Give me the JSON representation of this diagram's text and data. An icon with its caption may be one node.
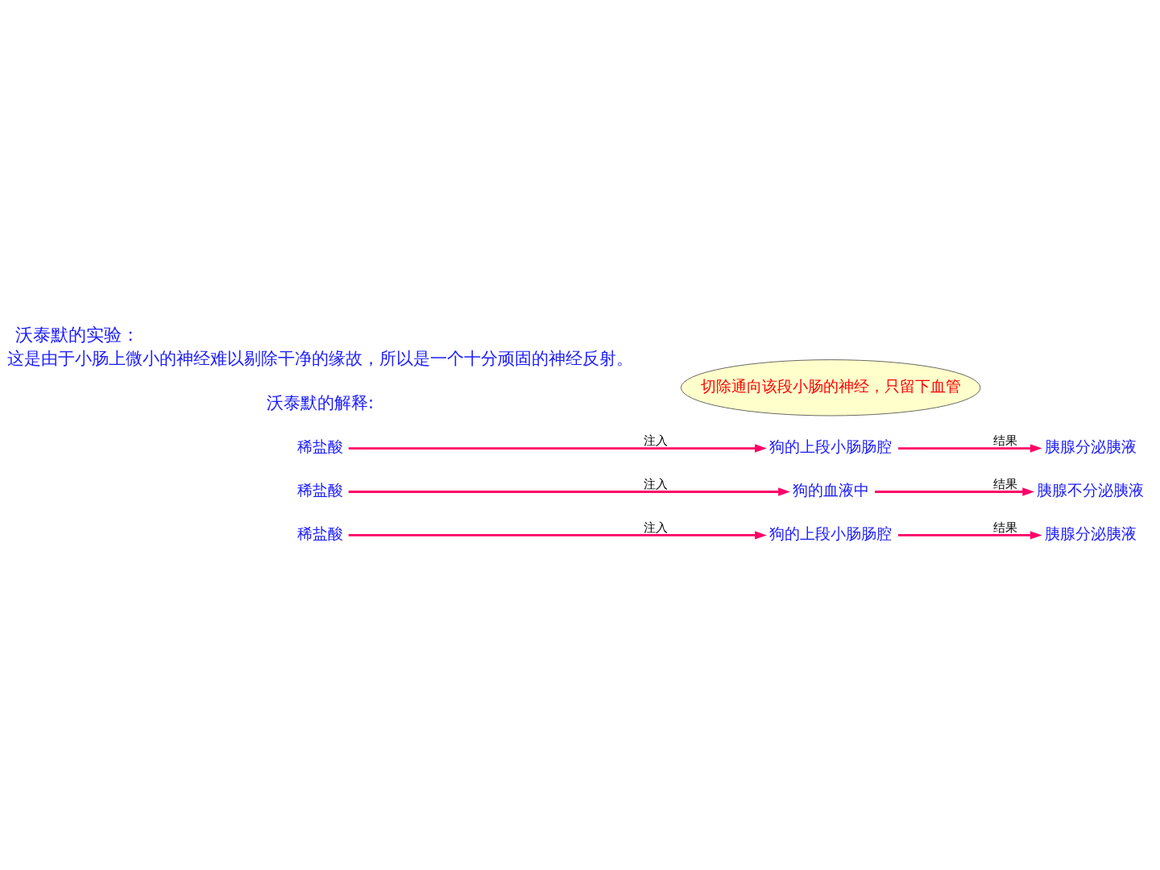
{
  "diagram": {
    "title": "沃泰默的实验：",
    "nodes": [
      {
        "text": [
          "稀盐酸"
        ]
      },
      {
        "text": [
          "狗的上段小肠肠腔"
        ]
      },
      {
        "text": [
          "胰腺分泌胰液"
        ]
      },
      {
        "text": [
          "稀盐酸"
        ]
      },
      {
        "text": [
          "狗的血液中"
        ]
      },
      {
        "text": [
          "胰腺不分泌胰液"
        ]
      },
      {
        "text": [
          "稀盐酸"
        ]
      },
      {
        "text": [
          "狗的上段小肠肠腔"
        ]
      },
      {
        "text": [
          "胰腺分泌胰液"
        ]
      },
      {
        "text": [
          "切除通向该段小肠的神经，只留下血管"
        ]
      }
    ],
    "edges": [
      {
        "from": 0,
        "to": 1,
        "arrow": "to",
        "label": "注入"
      },
      {
        "from": 1,
        "to": 2,
        "arrow": "to",
        "label": "结果"
      },
      {
        "from": 3,
        "to": 4,
        "arrow": "to",
        "label": "注入"
      },
      {
        "from": 4,
        "to": 5,
        "arrow": "to",
        "label": "结果"
      },
      {
        "from": 6,
        "to": 7,
        "arrow": "to",
        "label": "注入"
      },
      {
        "from": 7,
        "to": 8,
        "arrow": "to",
        "label": "结果"
      }
    ],
    "labels": [
      "沃泰默的解释:",
      "这是由于小肠上微小的神经难以剔除干净的缘故，所以是一个十分顽固的神经反射。"
    ]
  }
}
